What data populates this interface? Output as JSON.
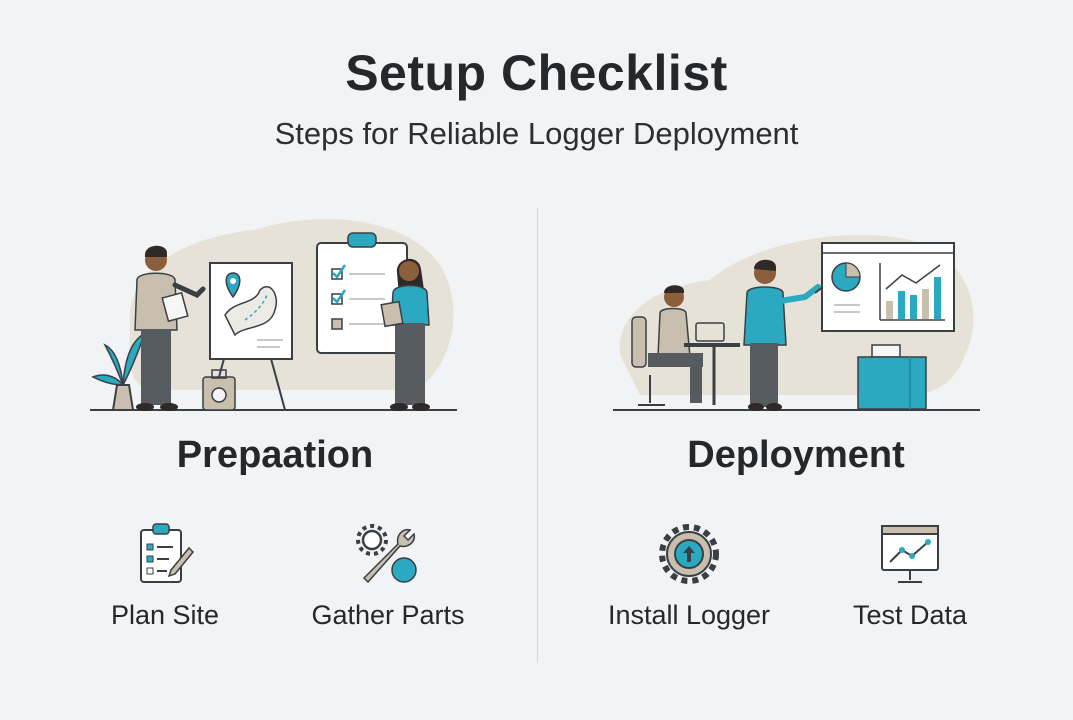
{
  "header": {
    "title": "Setup Checklist",
    "subtitle": "Steps for Reliable Logger Deployment"
  },
  "colors": {
    "accent": "#2aa9c1",
    "ink": "#3a3f43",
    "blob": "#e6e2d8",
    "background": "#f1f3f5"
  },
  "sections": [
    {
      "title": "Prepaation",
      "steps": [
        {
          "label": "Plan Site",
          "icon": "clipboard-checklist-icon"
        },
        {
          "label": "Gather Parts",
          "icon": "gear-wrench-icon"
        }
      ]
    },
    {
      "title": "Deployment",
      "steps": [
        {
          "label": "Install Logger",
          "icon": "gear-upload-icon"
        },
        {
          "label": "Test Data",
          "icon": "monitor-chart-icon"
        }
      ]
    }
  ]
}
